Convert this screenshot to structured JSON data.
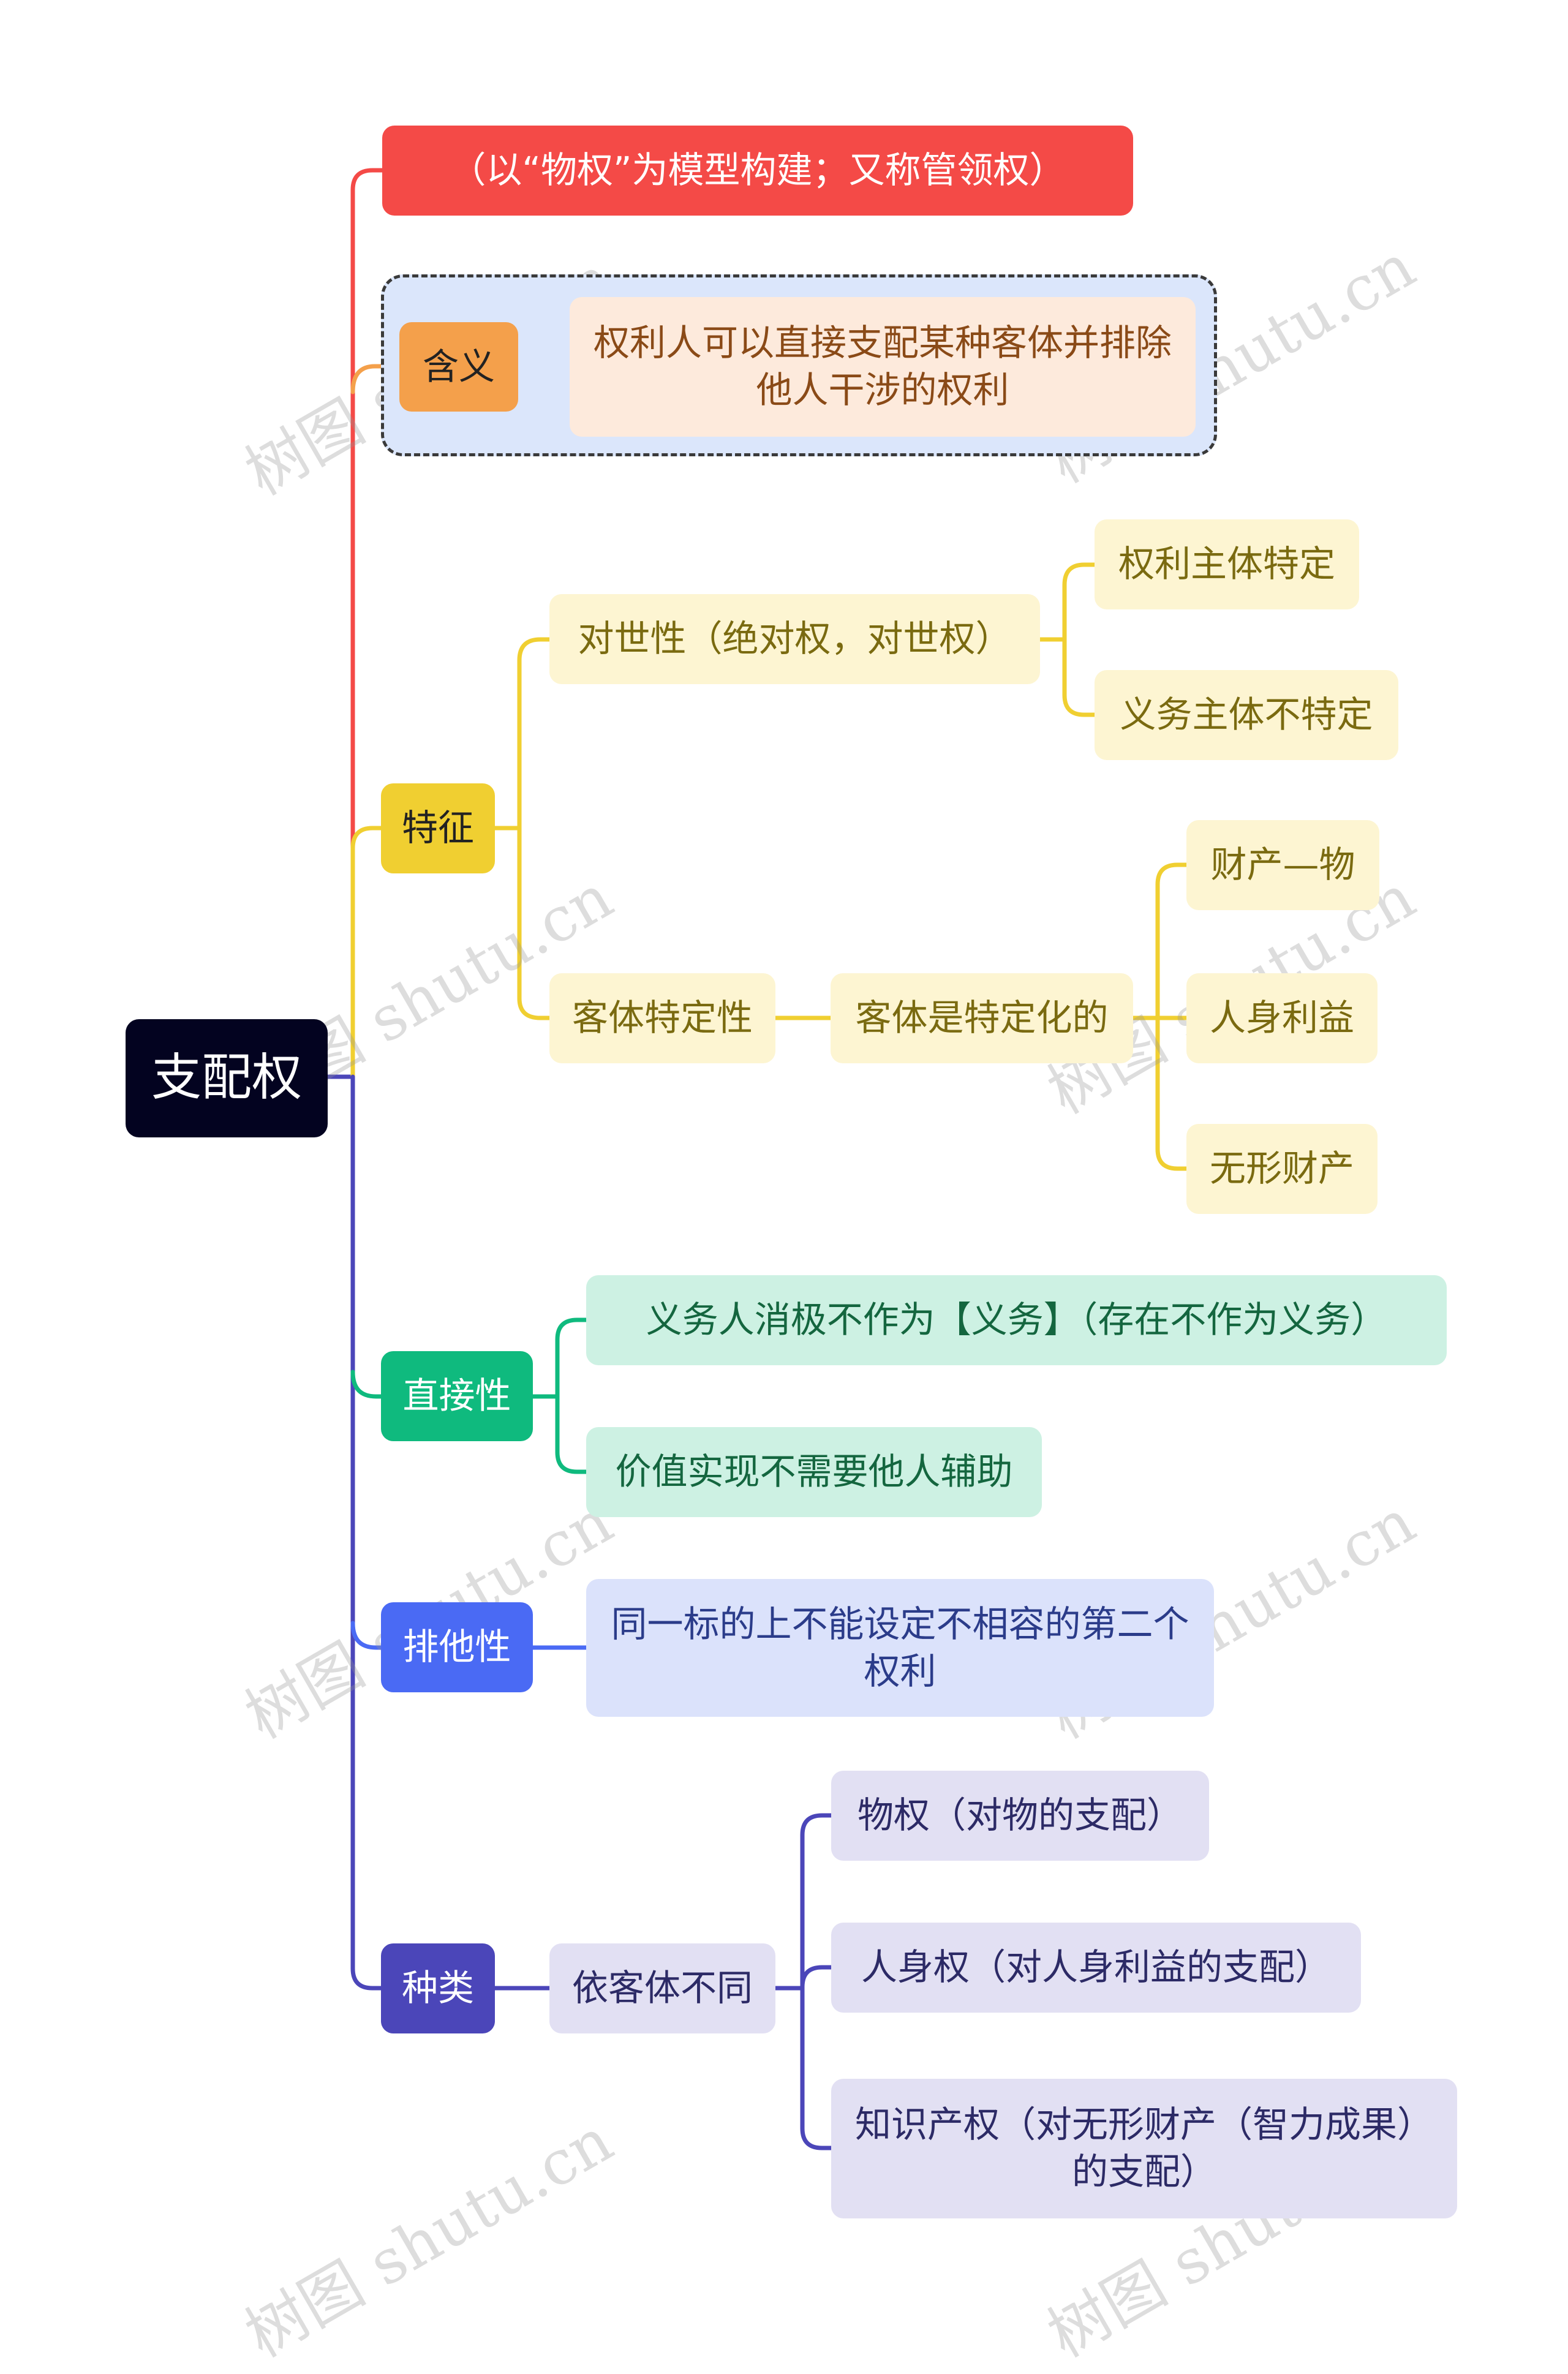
{
  "root": {
    "label": "支配权"
  },
  "note": {
    "label": "（以“物权”为模型构建；又称管领权）"
  },
  "meaning": {
    "label": "含义",
    "text": "权利人可以直接支配某种客体并排除他人干涉的权利"
  },
  "features": {
    "label": "特征",
    "absolute": {
      "label": "对世性（绝对权，对世权）",
      "items": [
        "权利主体特定",
        "义务主体不特定"
      ]
    },
    "object": {
      "label": "客体特定性",
      "child": "客体是特定化的",
      "items": [
        "财产—物",
        "人身利益",
        "无形财产"
      ]
    }
  },
  "direct": {
    "label": "直接性",
    "items": [
      "义务人消极不作为【义务】（存在不作为义务）",
      "价值实现不需要他人辅助"
    ]
  },
  "exclusive": {
    "label": "排他性",
    "text": "同一标的上不能设定不相容的第二个权利"
  },
  "types": {
    "label": "种类",
    "basis": "依客体不同",
    "items": [
      "物权（对物的支配）",
      "人身权（对人身利益的支配）",
      "知识产权（对无形财产（智力成果）的支配）"
    ]
  },
  "watermark": "树图 shutu.cn",
  "colors": {
    "red": "#f44a47",
    "orange": "#f4a04b",
    "yellow": "#f0cf31",
    "green": "#0fba7e",
    "blue": "#4a6af4",
    "purple": "#4b46b9"
  }
}
